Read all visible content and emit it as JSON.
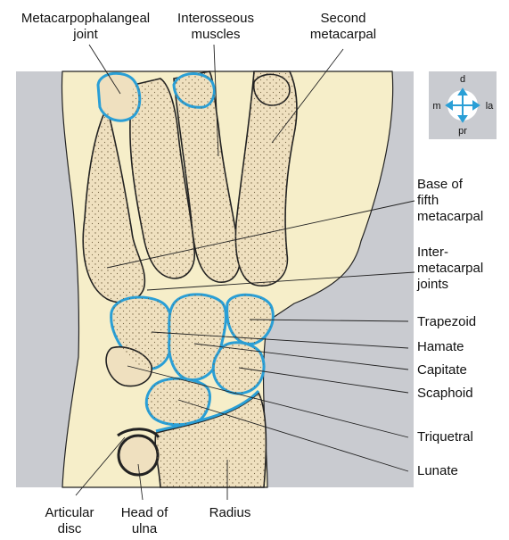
{
  "labels": {
    "metacarpophalangeal_joint": [
      "Metacarpophalangeal",
      "joint"
    ],
    "interosseous_muscles": [
      "Interosseous",
      "muscles"
    ],
    "second_metacarpal": [
      "Second",
      "metacarpal"
    ],
    "base_of_fifth_metacarpal": [
      "Base of",
      "fifth",
      "metacarpal"
    ],
    "intermetacarpal_joints": [
      "Inter-",
      "metacarpal",
      "joints"
    ],
    "trapezoid": "Trapezoid",
    "hamate": "Hamate",
    "capitate": "Capitate",
    "scaphoid": "Scaphoid",
    "triquetral": "Triquetral",
    "lunate": "Lunate",
    "articular_disc": [
      "Articular",
      "disc"
    ],
    "head_of_ulna": [
      "Head of",
      "ulna"
    ],
    "radius": "Radius"
  },
  "orientation": {
    "d": "d",
    "pr": "pr",
    "m": "m",
    "la": "la"
  },
  "colors": {
    "background_panel": "#c9cbd0",
    "soft_tissue": "#f6eec9",
    "bone": "#efe0bf",
    "cartilage": "#2a9fd6",
    "outline": "#222222",
    "arrow": "#2a9fd6"
  }
}
